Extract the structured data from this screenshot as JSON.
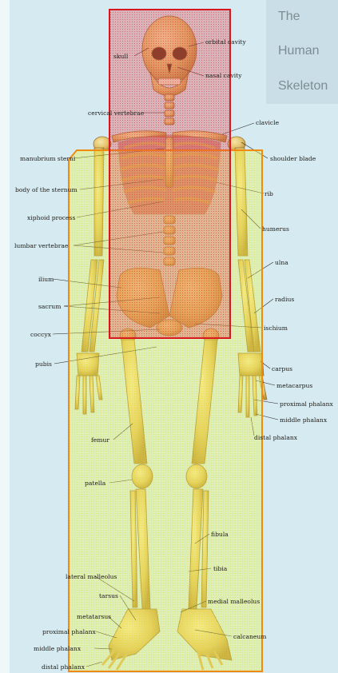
{
  "title": {
    "line1": "The",
    "line2": "Human",
    "line3": "Skeleton"
  },
  "colors": {
    "background": "#d6ebf1",
    "bone": "#e6c870",
    "bone_shade": "#b98f3c",
    "red_overlay": "#e0303a",
    "yellow_overlay": "#f4ef3a",
    "label_text": "#1e1b18"
  },
  "labels": {
    "orbital_cavity": "orbital cavity",
    "skull": "skull",
    "nasal_cavity": "nasal cavity",
    "cervical_vertebrae": "cervical vertebrae",
    "clavicle": "clavicle",
    "manubrium_sterni": "manubrium sterni",
    "shoulder_blade": "shoulder blade",
    "body_of_sternum": "body of the sternum",
    "rib": "rib",
    "xiphoid_process": "xiphoid process",
    "humerus": "humerus",
    "lumbar_vertebrae": "lumbar vertebrae",
    "ulna": "ulna",
    "ilium": "ilium",
    "radius": "radius",
    "sacrum": "sacrum",
    "ischium": "ischium",
    "coccyx": "coccyx",
    "pubis": "pubis",
    "carpus": "carpus",
    "metacarpus": "metacarpus",
    "proximal_phalanx_hand": "proximal phalanx",
    "middle_phalanx_hand": "middle phalanx",
    "distal_phalanx_hand": "distal phalanx",
    "femur": "femur",
    "patella": "patella",
    "fibula": "fibula",
    "tibia": "tibia",
    "lateral_malleolus": "lateral malleolus",
    "tarsus": "tarsus",
    "medial_malleolus": "medial malleolus",
    "metatarsus": "metatarsus",
    "calcaneum": "calcaneum",
    "proximal_phalanx_foot": "proximal phalanx",
    "middle_phalanx_foot": "middle phalanx",
    "distal_phalanx_foot": "distal phalanx"
  }
}
